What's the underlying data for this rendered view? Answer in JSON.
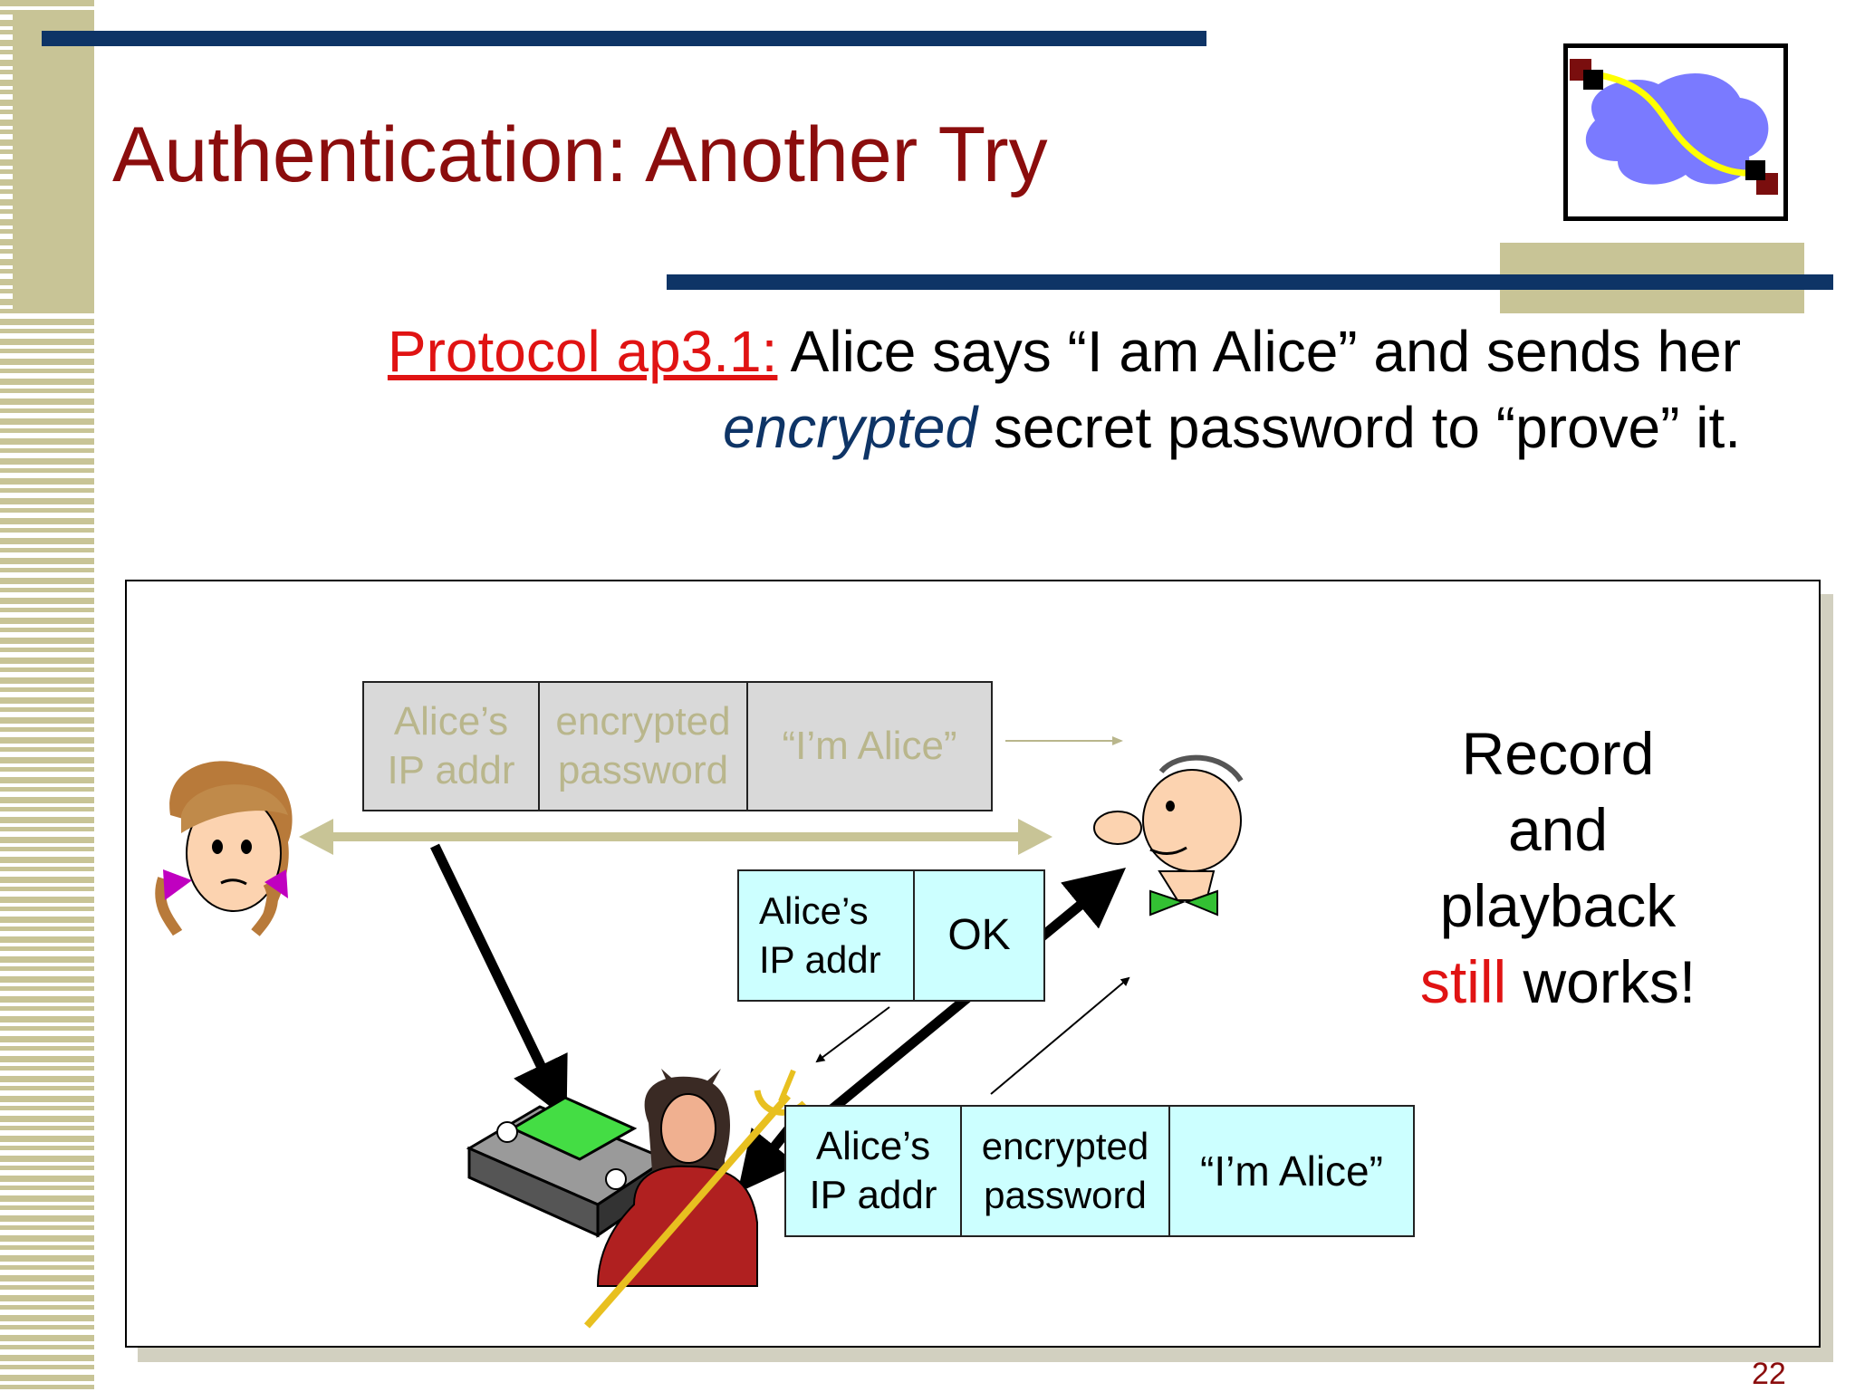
{
  "title": "Authentication: Another Try",
  "subtitle": {
    "protocol_label": "Protocol ap3.1:",
    "line1_rest": " Alice says “I am Alice” and sends her",
    "line2_emph": "encrypted",
    "line2_rest": " secret password to “prove” it."
  },
  "packets": {
    "recorded": {
      "ip": "Alice’s\nIP addr",
      "password": "encrypted\npassword",
      "message": "“I’m Alice”"
    },
    "reply": {
      "ip": "Alice’s\nIP addr",
      "status": "OK"
    },
    "playback": {
      "ip": "Alice’s\nIP addr",
      "password": "encrypted\npassword",
      "message": "“I’m Alice”"
    }
  },
  "note": {
    "line1": "Record",
    "line2": "and",
    "line3": "playback",
    "line4_red": "still",
    "line4_rest": " works!"
  },
  "page_number": "22",
  "colors": {
    "title": "#8b0d0d",
    "rule": "#0e3466",
    "accent_tan": "#c8c496",
    "highlight_red": "#e01313",
    "packet_cyan": "#ccffff",
    "packet_gray": "#d9d9d9"
  },
  "icons": {
    "logo": "network-cloud-logo",
    "alice": "alice-avatar",
    "bob": "bob-avatar",
    "trudy": "trudy-devil-avatar",
    "recorder": "tape-recorder-icon"
  }
}
